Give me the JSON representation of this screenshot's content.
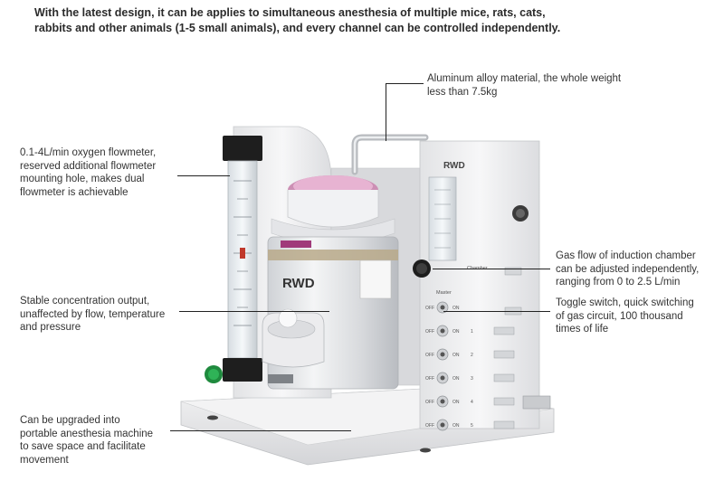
{
  "headline": {
    "line1": "With the latest design, it can be applies to simultaneous anesthesia of multiple mice, rats, cats,",
    "line2": "rabbits and other animals (1-5 small animals), and every channel can be controlled independently."
  },
  "annotations": {
    "aluminum": [
      "Aluminum alloy material, the whole weight",
      "less than 7.5kg"
    ],
    "flowmeter": [
      "0.1-4L/min oxygen flowmeter,",
      "reserved additional flowmeter",
      "mounting hole, makes dual",
      "flowmeter is achievable"
    ],
    "gas_flow": [
      "Gas flow of induction chamber",
      "can be adjusted independently,",
      "ranging from 0 to 2.5 L/min"
    ],
    "stable": [
      "Stable concentration output,",
      "unaffected by flow, temperature",
      "and pressure"
    ],
    "toggle": [
      "Toggle switch, quick switching",
      "of gas circuit, 100 thousand",
      "times of life"
    ],
    "upgrade": [
      "Can be upgraded into",
      "portable anesthesia machine",
      "to save space and facilitate",
      "movement"
    ]
  },
  "device": {
    "brand": "RWD",
    "panel_label": "Master",
    "chamber_label": "Chamber",
    "switch_states": [
      "OFF",
      "ON"
    ],
    "channels": [
      "1",
      "2",
      "3",
      "4",
      "5"
    ]
  }
}
